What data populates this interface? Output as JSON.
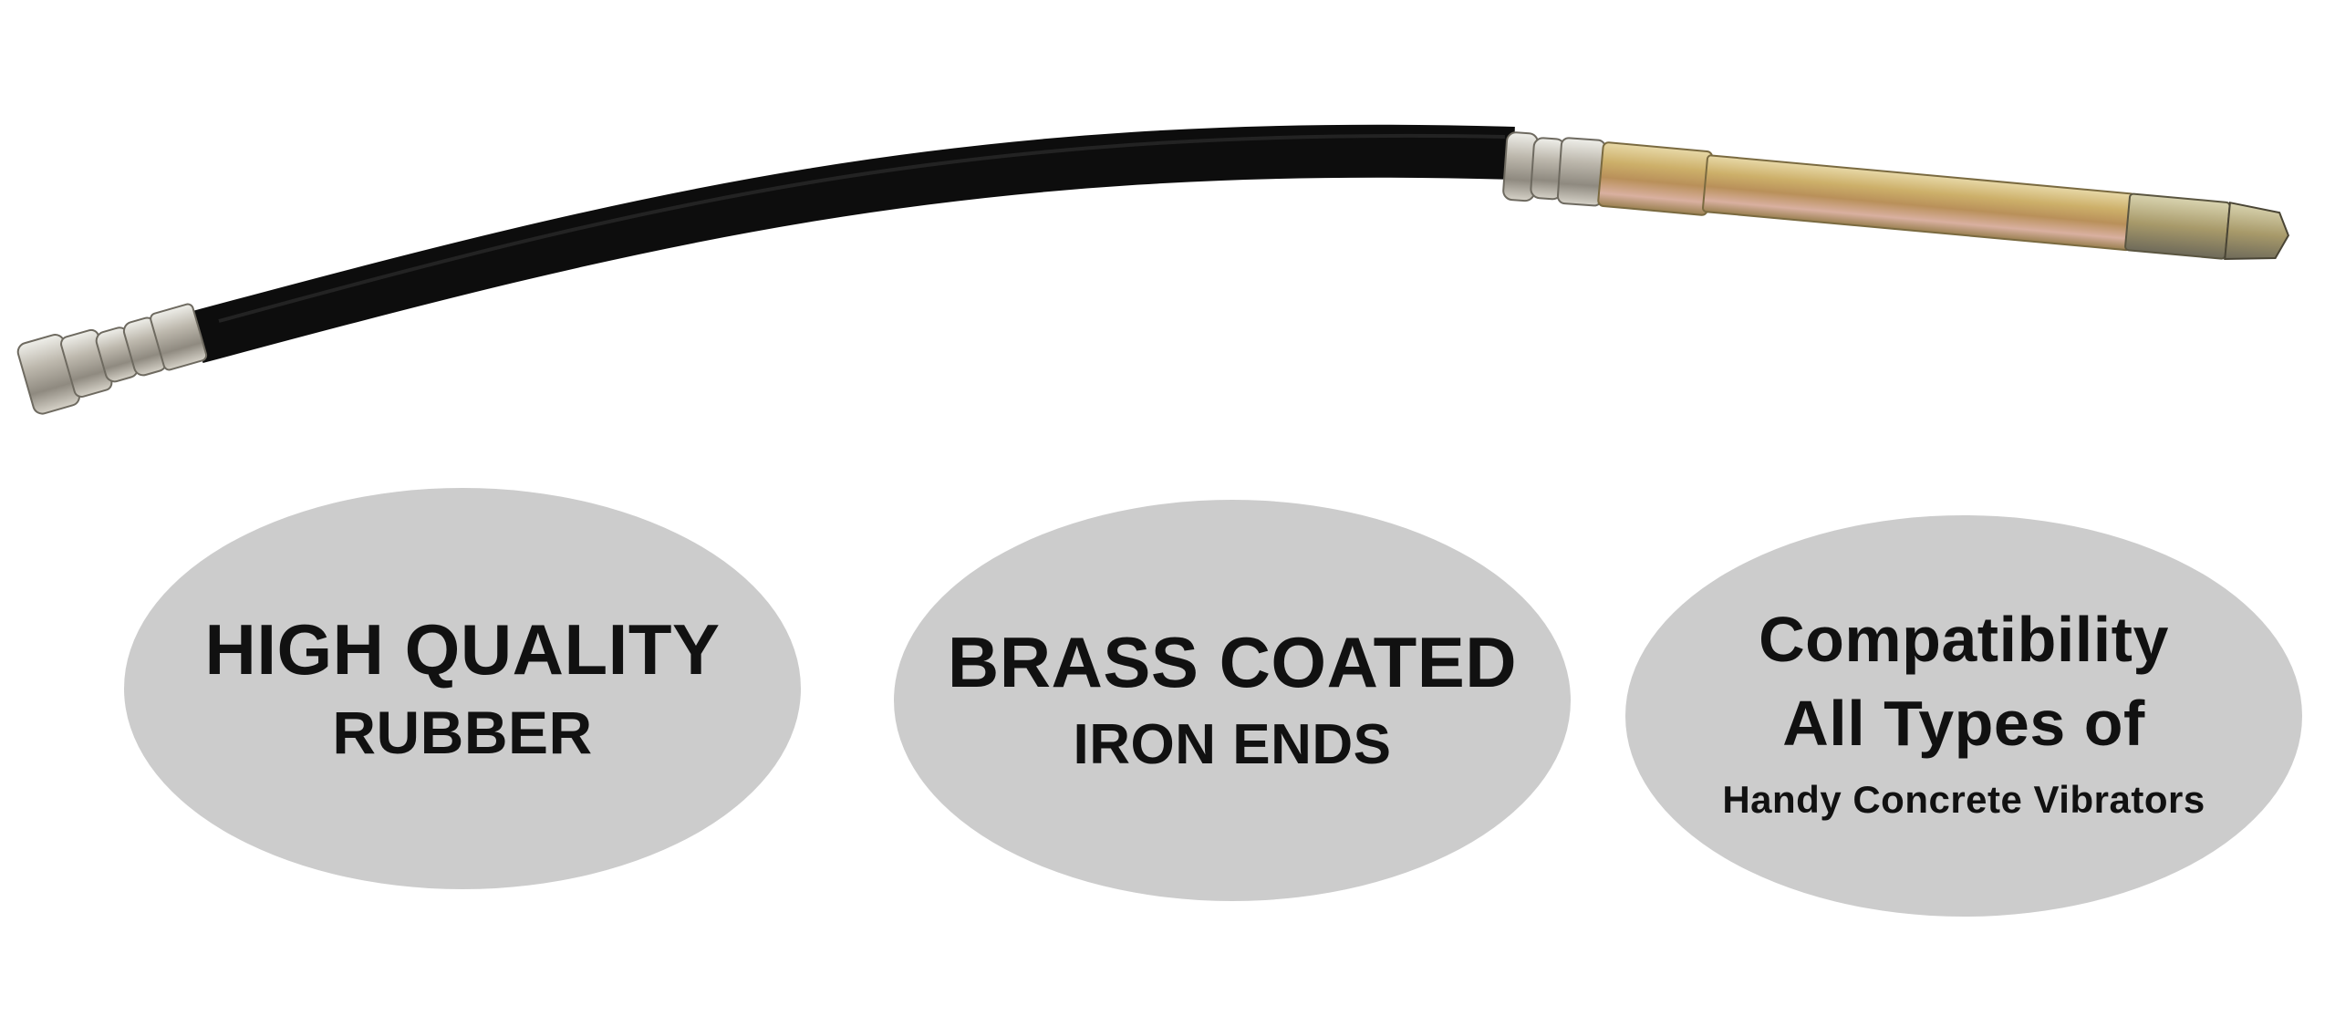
{
  "colors": {
    "background": "#ffffff",
    "badge_fill": "#cccccc",
    "text": "#111111",
    "hose": "#0d0d0d",
    "brass": "#c9a96a",
    "steel": "#b8b3a6"
  },
  "product": {
    "icon": "vibrator-hose-image"
  },
  "badges": [
    {
      "lines": [
        "HIGH QUALITY",
        "RUBBER"
      ]
    },
    {
      "lines": [
        "BRASS COATED",
        "IRON ENDS"
      ]
    },
    {
      "lines": [
        "Compatibility",
        "All Types of",
        "Handy Concrete Vibrators"
      ]
    }
  ]
}
